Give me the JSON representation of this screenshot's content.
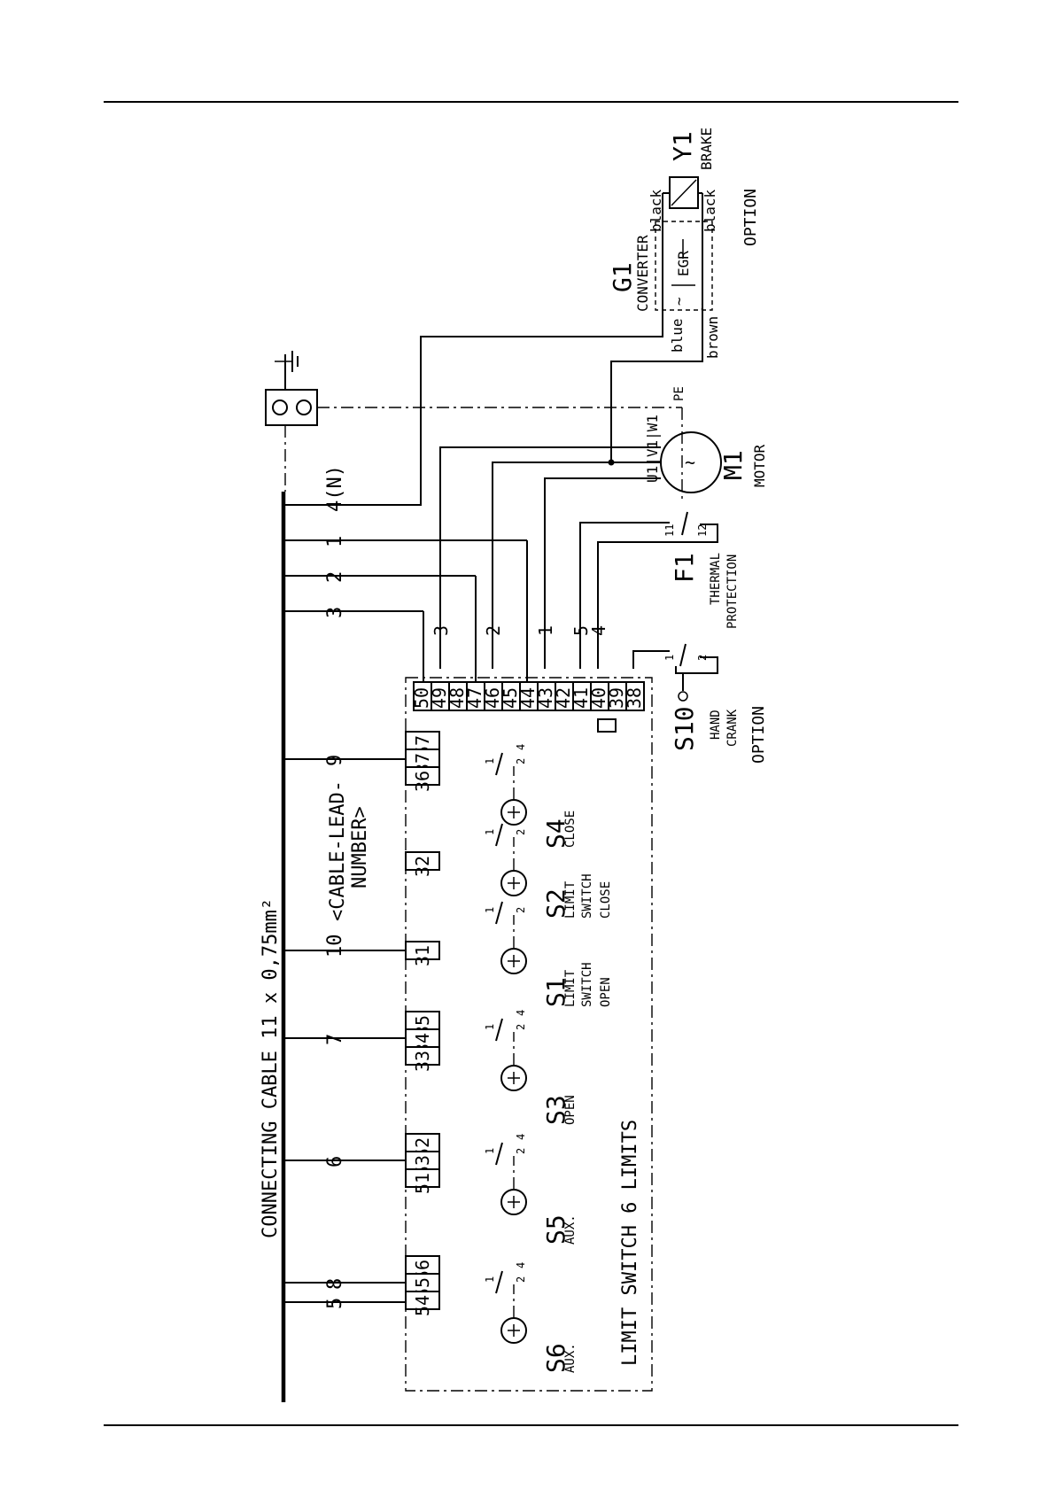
{
  "diagram": {
    "cable_title": "CONNECTING CABLE 11 x 0,75mm²",
    "cable_lead_label": "<CABLE-LEAD-",
    "cable_lead_label_2": "NUMBER>",
    "limit_switch_title": "LIMIT SWITCH 6 LIMITS",
    "leads": [
      "4(N)",
      "1",
      "2",
      "3",
      "9",
      "10",
      "7",
      "6",
      "8",
      "5"
    ],
    "block_terminals": [
      "50",
      "49",
      "48",
      "47",
      "46",
      "45",
      "44",
      "43",
      "42",
      "41",
      "40",
      "39",
      "38"
    ],
    "block_lead_numbers": [
      "3",
      "2",
      "1",
      "5",
      "4"
    ],
    "switch_terminals": [
      "57",
      "37",
      "36",
      "32",
      "31",
      "35",
      "34",
      "33",
      "52",
      "53",
      "51",
      "56",
      "55",
      "54"
    ],
    "contact_numbers": {
      "one": "1",
      "two": "2",
      "four": "4",
      "eleven": "11",
      "twelve": "12"
    },
    "components": {
      "y1": {
        "id": "Y1",
        "name": "BRAKE"
      },
      "g1": {
        "id": "G1",
        "name": "CONVERTER",
        "egr": "EGR",
        "wire_blue": "blue",
        "wire_brown": "brown",
        "wire_black_1": "black",
        "wire_black_2": "black",
        "tilde": "~"
      },
      "option_y1": "OPTION",
      "pe": "PE",
      "motor": {
        "id": "M1",
        "name": "MOTOR",
        "terminals": "U1|V1|W1",
        "tilde": "~"
      },
      "f1": {
        "id": "F1",
        "line1": "THERMAL",
        "line2": "PROTECTION"
      },
      "s10": {
        "id": "S10",
        "line1": "HAND",
        "line2": "CRANK",
        "line3": "OPTION"
      },
      "s4": {
        "id": "S4",
        "line1": "CLOSE"
      },
      "s2": {
        "id": "S2",
        "line1": "LIMIT",
        "line2": "SWITCH",
        "line3": "CLOSE"
      },
      "s1": {
        "id": "S1",
        "line1": "LIMIT",
        "line2": "SWITCH",
        "line3": "OPEN"
      },
      "s3": {
        "id": "S3",
        "line1": "OPEN"
      },
      "s5": {
        "id": "S5",
        "line1": "AUX."
      },
      "s6": {
        "id": "S6",
        "line1": "AUX."
      }
    }
  }
}
